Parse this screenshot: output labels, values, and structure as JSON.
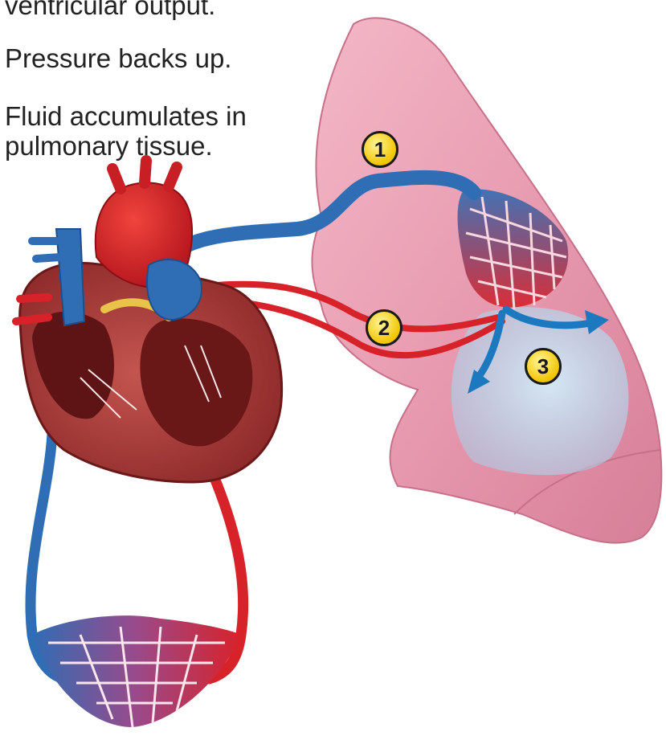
{
  "captions": [
    "ventricular output.",
    "Pressure backs up.",
    "Fluid accumulates in",
    "pulmonary tissue."
  ],
  "markers": [
    "1",
    "2",
    "3"
  ],
  "colors": {
    "lung": "#e99bb0",
    "artery_red": "#d8222a",
    "vein_blue": "#2f6db5",
    "fluid_blue": "#a9cfe8",
    "arrow_blue": "#1c79c0",
    "marker_yellow": "#f2c500",
    "myocardium": "#7a1f1f"
  }
}
